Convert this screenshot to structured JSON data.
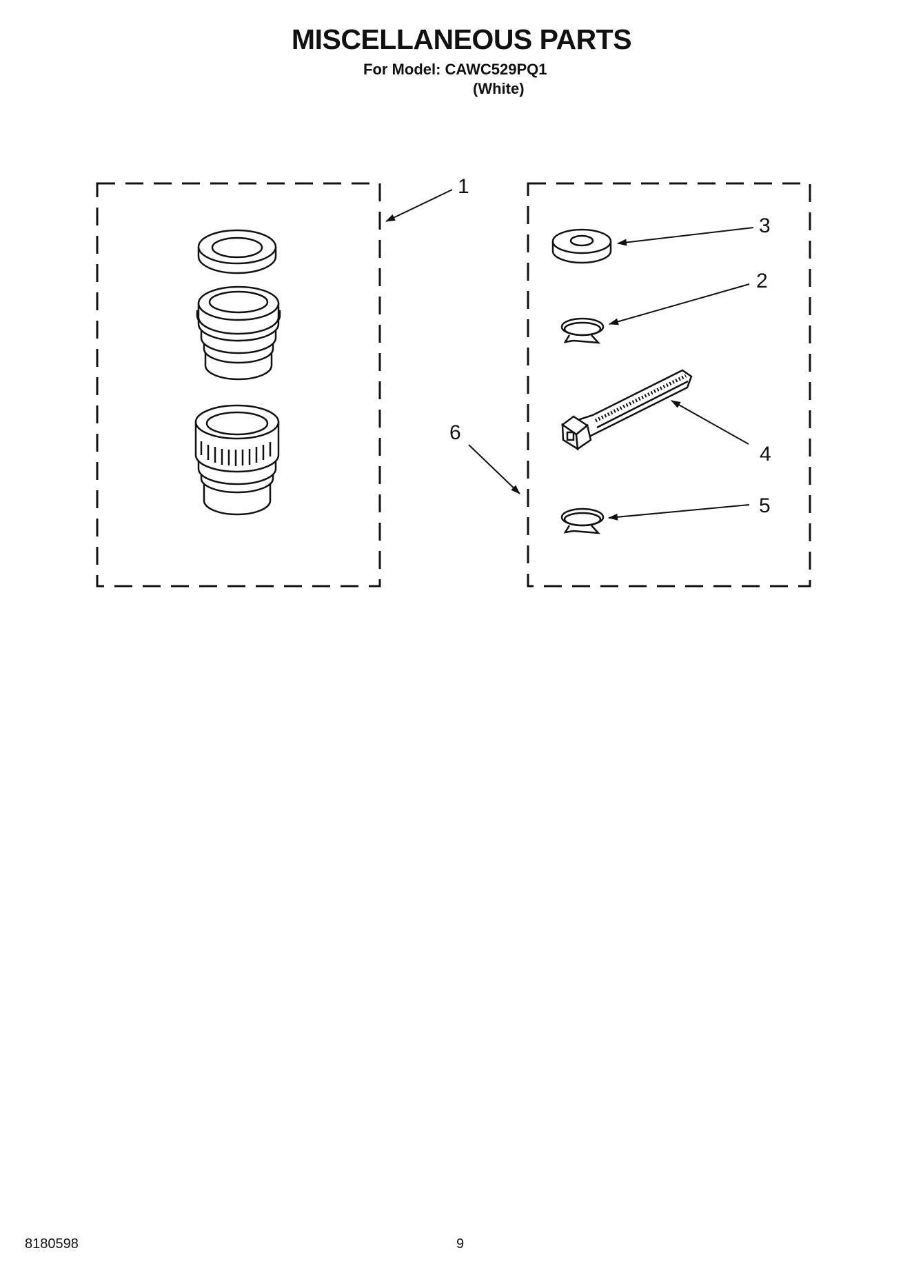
{
  "header": {
    "title": "MISCELLANEOUS PARTS",
    "model_line": "For Model: CAWC529PQ1",
    "variant": "(White)"
  },
  "callouts": [
    "1",
    "2",
    "3",
    "4",
    "5",
    "6"
  ],
  "footer": {
    "doc_number": "8180598",
    "page_number": "9"
  }
}
